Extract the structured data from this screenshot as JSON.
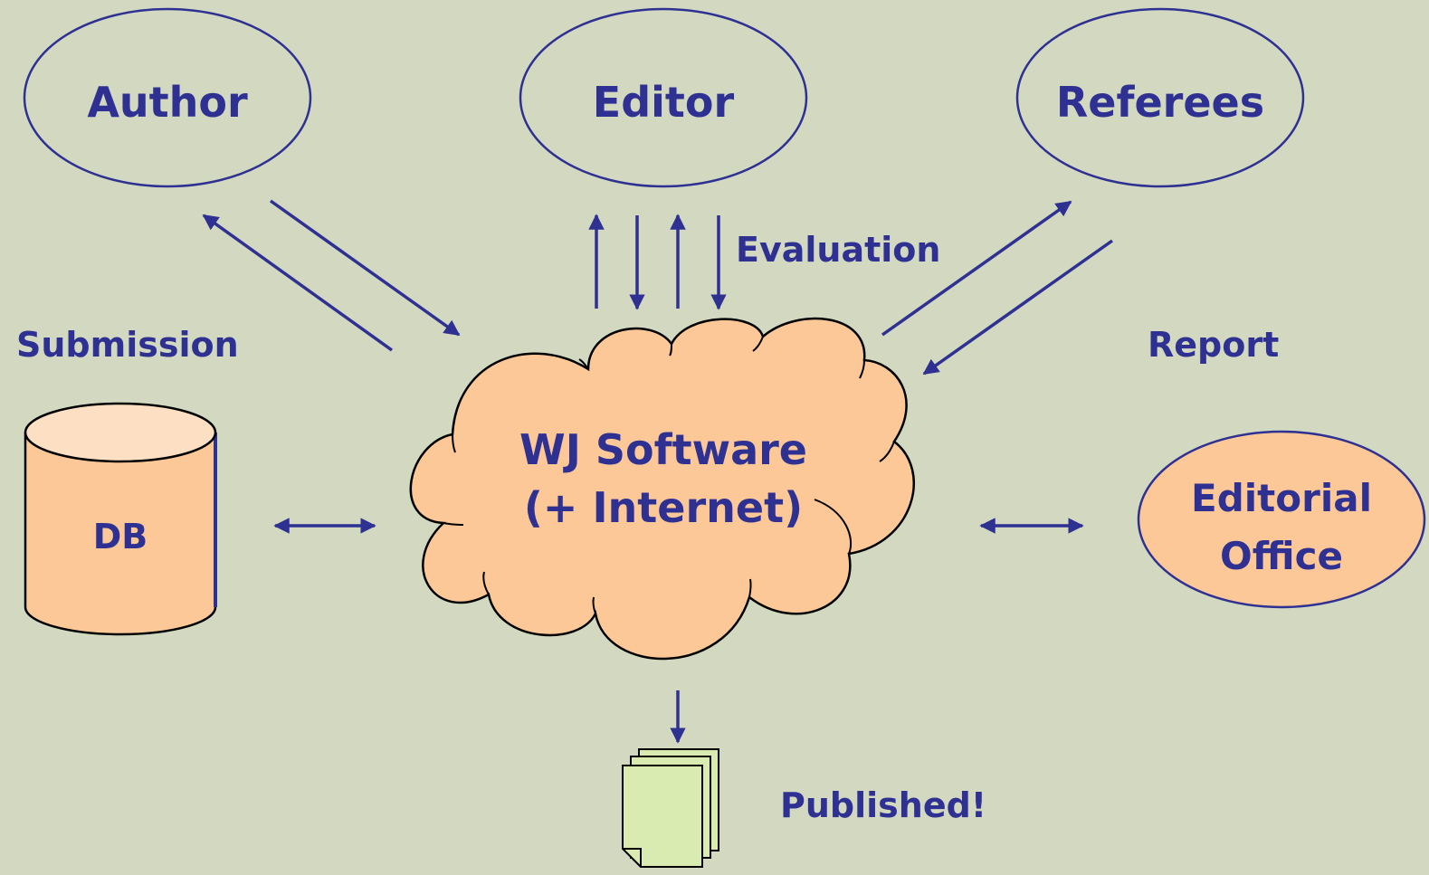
{
  "nodes": {
    "author": "Author",
    "editor": "Editor",
    "referees": "Referees",
    "software_line1": "WJ Software",
    "software_line2": "(+ Internet)",
    "db": "DB",
    "editorial_line1": "Editorial",
    "editorial_line2": "Office"
  },
  "edge_labels": {
    "submission": "Submission",
    "evaluation": "Evaluation",
    "report": "Report",
    "published": "Published!"
  },
  "colors": {
    "background": "#d3d9c0",
    "text": "#2e3192",
    "arrow": "#2e3192",
    "cloud_fill": "#fdc897",
    "db_fill": "#fdc897",
    "db_top": "#fde0c4",
    "editorial_fill": "#fdc897",
    "document_fill": "#d9ebb1"
  },
  "icons": {
    "database": "database-cylinder-icon",
    "cloud": "cloud-icon",
    "document_stack": "document-stack-icon"
  }
}
